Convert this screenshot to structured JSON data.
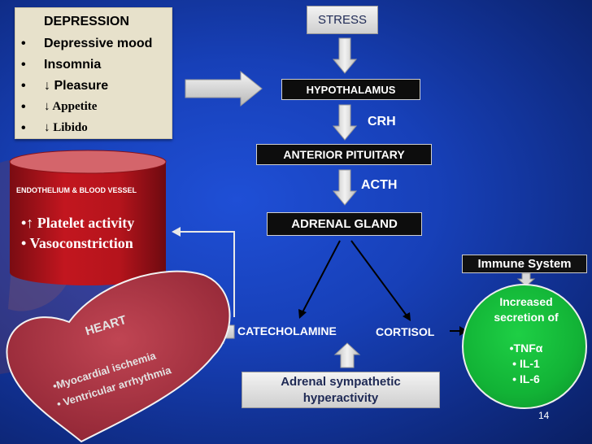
{
  "depression": {
    "title": "DEPRESSION",
    "bullet": "•",
    "items": [
      "Depressive mood",
      " Insomnia",
      "↓ Pleasure",
      "↓ Appetite",
      "↓ Libido"
    ]
  },
  "flow": {
    "stress": "STRESS",
    "hypothalamus": "HYPOTHALAMUS",
    "crh": "CRH",
    "anterior_pituitary": "ANTERIOR  PITUITARY",
    "acth": "ACTH",
    "adrenal_gland": "ADRENAL GLAND",
    "catecholamine": "CATECHOLAMINE",
    "cortisol": "CORTISOL",
    "sympathetic_line1": "Adrenal sympathetic",
    "sympathetic_line2": "hyperactivity"
  },
  "endothelium": {
    "title": "ENDOTHELIUM & BLOOD VESSEL",
    "items": [
      "•↑ Platelet activity",
      "• Vasoconstriction"
    ]
  },
  "heart": {
    "title": "HEART",
    "line1": "•Myocardial  ischemia",
    "line2": "• Ventricular arrhythmia"
  },
  "immune": {
    "title": "Immune System",
    "line1": "Increased",
    "line2": "secretion of",
    "items": [
      "•TNFα",
      "• IL-1",
      "• IL-6"
    ]
  },
  "page_number": "14",
  "colors": {
    "background": "#1740b8",
    "depression_box": "#e7e1cb",
    "cylinder_red": "#b5141c",
    "heart_fill": "#a8323f",
    "immune_circle": "#12b336",
    "arrow_grey": "#d8d8d8"
  }
}
